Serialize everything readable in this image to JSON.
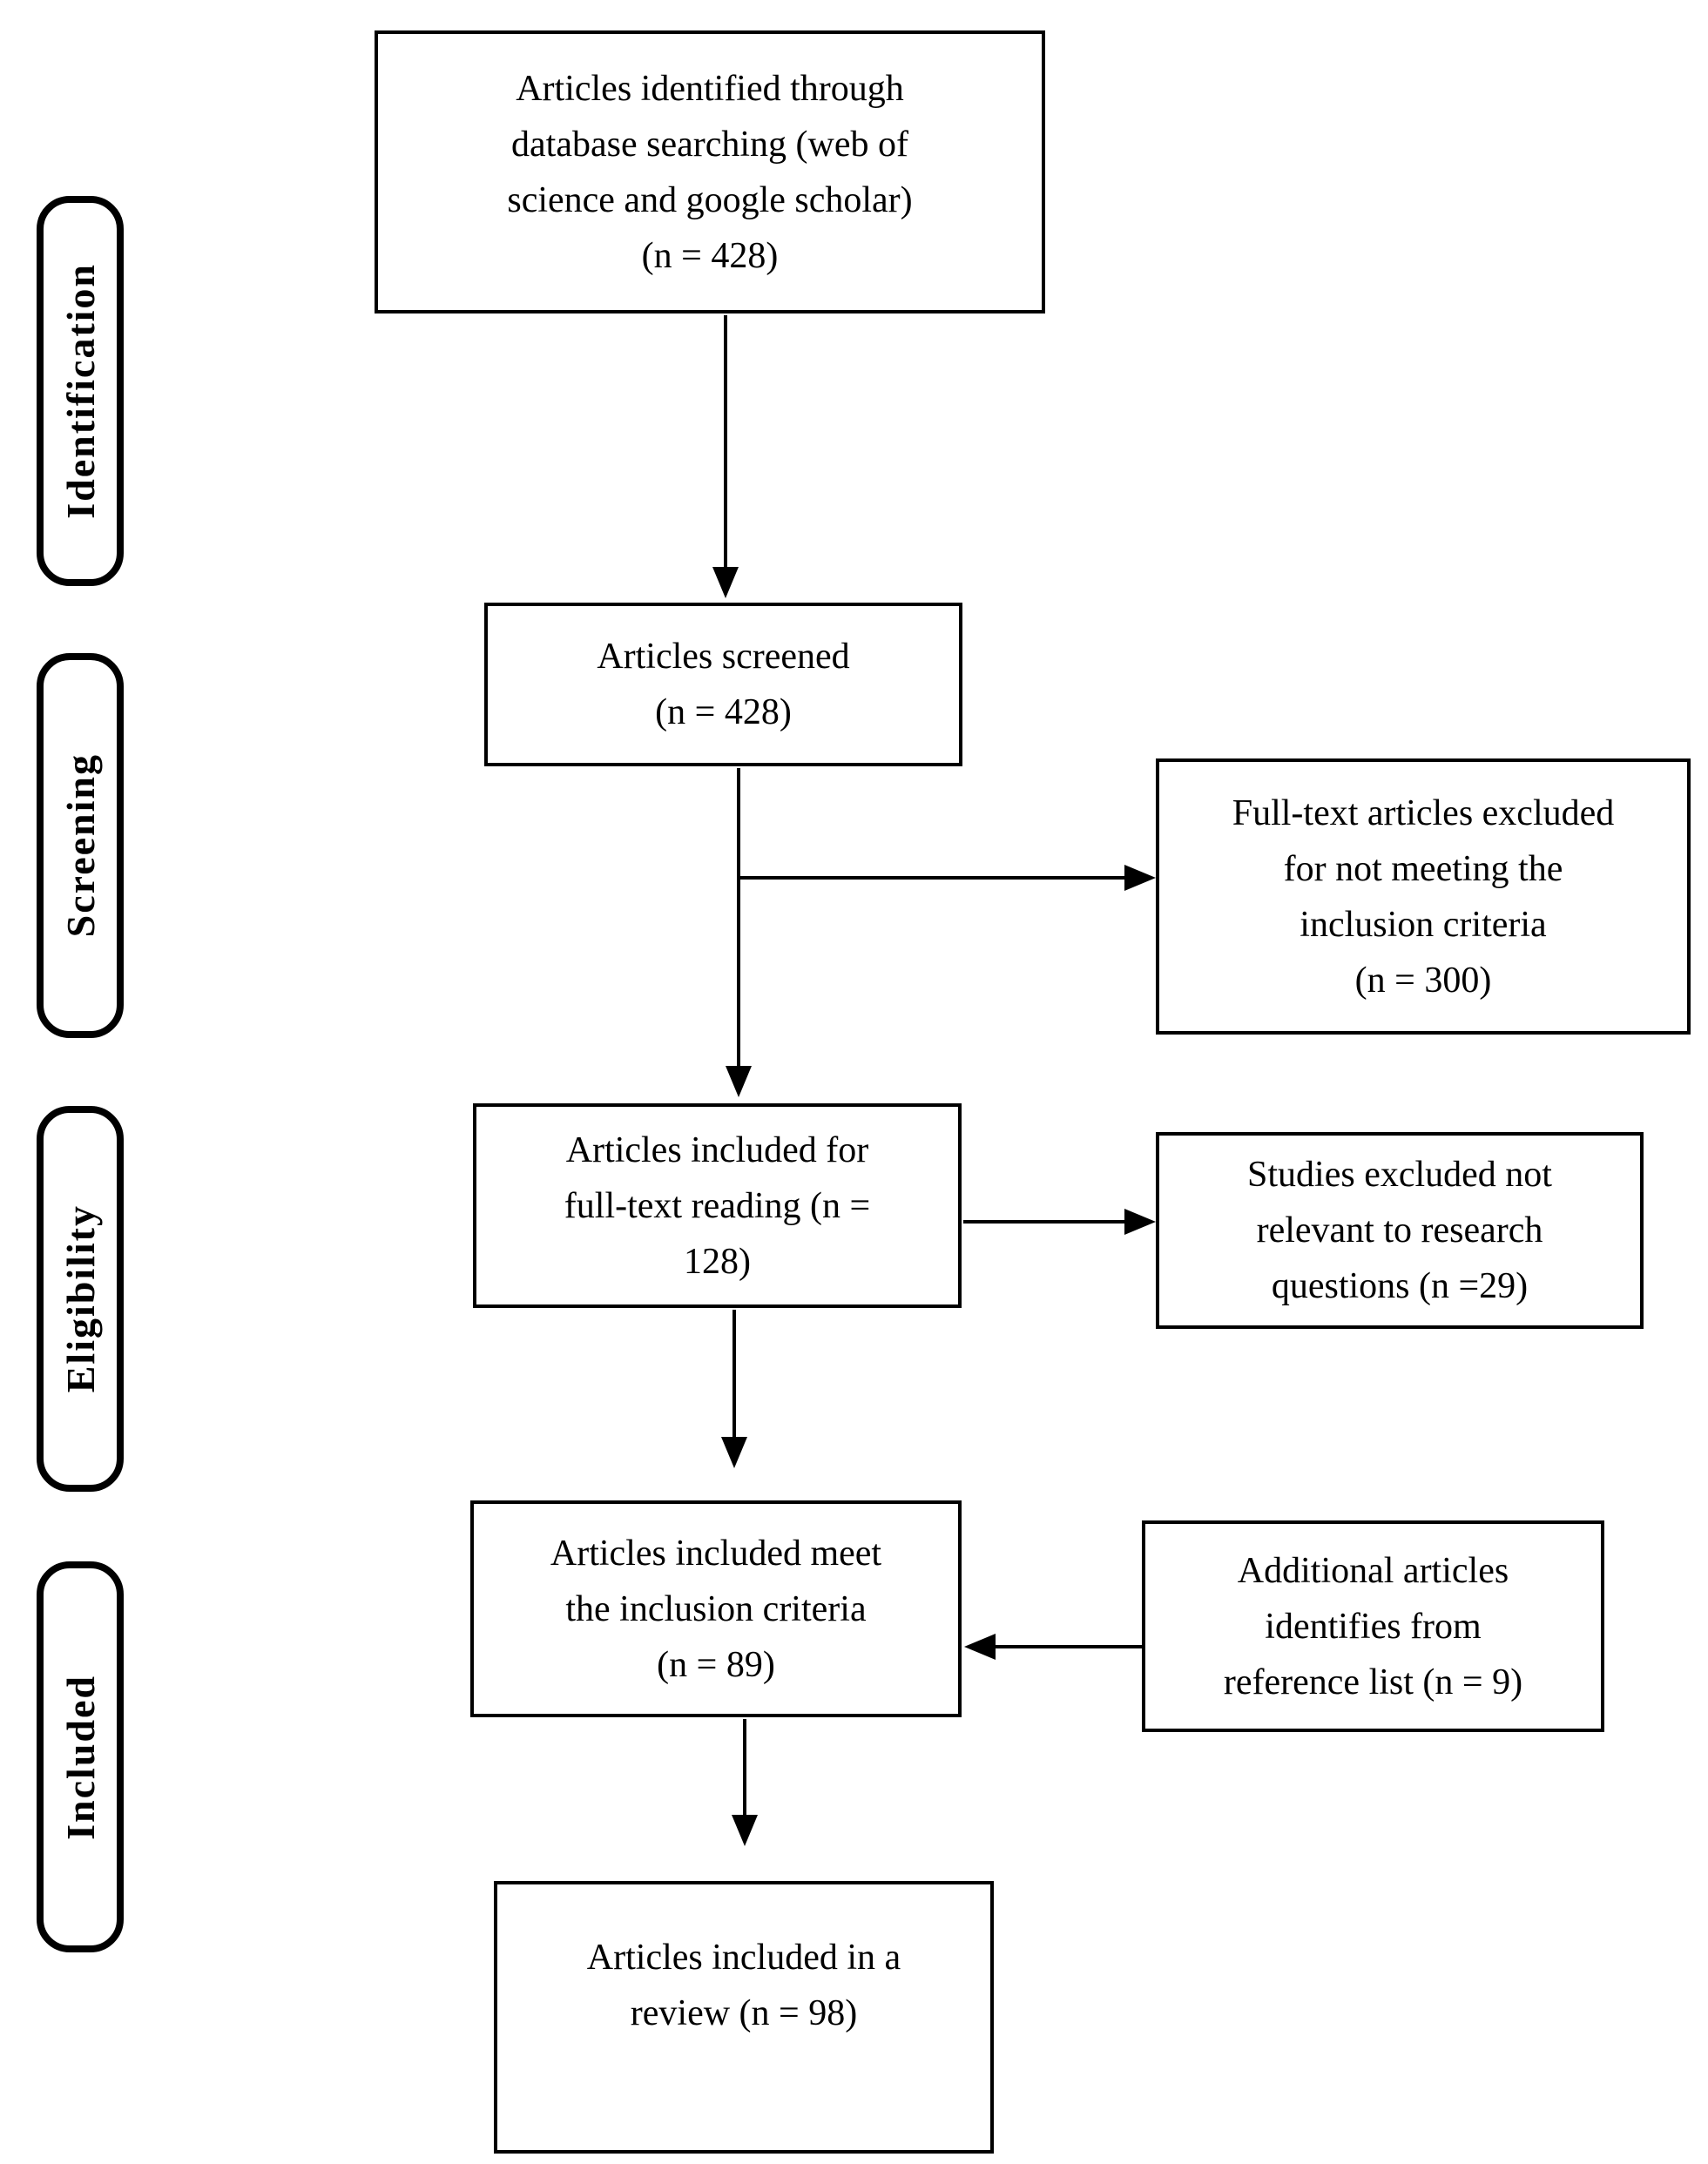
{
  "flow": {
    "stages": [
      {
        "id": "identification",
        "label": "Identification"
      },
      {
        "id": "screening",
        "label": "Screening"
      },
      {
        "id": "eligibility",
        "label": "Eligibility"
      },
      {
        "id": "included",
        "label": "Included"
      }
    ],
    "boxes": {
      "identified": {
        "lines": [
          "Articles identified through",
          "database searching (web of",
          "science and google scholar)",
          "(n = 428)"
        ],
        "count": 428
      },
      "screened": {
        "lines": [
          "Articles screened",
          "(n = 428)"
        ],
        "count": 428
      },
      "fulltext_excluded": {
        "lines": [
          "Full-text articles excluded",
          "for not meeting the",
          "inclusion criteria",
          "(n = 300)"
        ],
        "count": 300
      },
      "fulltext_reading": {
        "lines": [
          "Articles included for",
          "full-text reading (n =",
          "128)"
        ],
        "count": 128
      },
      "studies_excluded": {
        "lines": [
          "Studies excluded not",
          "relevant to research",
          "questions (n =29)"
        ],
        "count": 29
      },
      "meet_criteria": {
        "lines": [
          "Articles included meet",
          "the inclusion criteria",
          "(n = 89)"
        ],
        "count": 89
      },
      "additional": {
        "lines": [
          "Additional articles",
          "identifies from",
          "reference list (n = 9)"
        ],
        "count": 9
      },
      "review": {
        "lines": [
          "Articles included in a",
          "review (n = 98)"
        ],
        "count": 98
      }
    },
    "colors": {
      "line": "#000000",
      "text": "#000000",
      "background": "#ffffff"
    }
  }
}
